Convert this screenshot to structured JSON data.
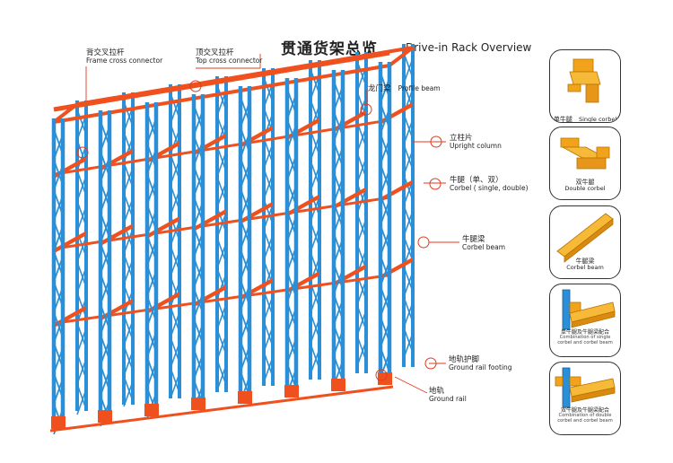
{
  "title": {
    "cn": "贯通货架总览",
    "en": "Drive-in Rack Overview"
  },
  "callouts": [
    {
      "id": "frame-cross-connector",
      "cn": "背交叉拉杆",
      "en": "Frame cross connector"
    },
    {
      "id": "top-cross-connector",
      "cn": "顶交叉拉杆",
      "en": "Top cross connector"
    },
    {
      "id": "profile-beam",
      "cn": "龙门梁",
      "en": "Profile beam"
    },
    {
      "id": "upright-column",
      "cn": "立柱片",
      "en": "Upright column"
    },
    {
      "id": "corbel",
      "cn": "牛腿（单、双）",
      "en": "Corbel ( single, double)"
    },
    {
      "id": "corbel-beam",
      "cn": "牛腿梁",
      "en": "Corbel beam"
    },
    {
      "id": "ground-rail-footing",
      "cn": "地轨护脚",
      "en": "Ground rail footing"
    },
    {
      "id": "ground-rail",
      "cn": "地轨",
      "en": "Ground rail"
    }
  ],
  "cards": [
    {
      "id": "single-corbel",
      "cn": "单牛腿",
      "en": "Single corbel"
    },
    {
      "id": "double-corbel",
      "cn": "双牛腿",
      "en": "Double corbel"
    },
    {
      "id": "corbel-beam",
      "cn": "牛腿梁",
      "en": "Corbel beam"
    },
    {
      "id": "single-combo",
      "cn": "单牛腿及牛腿梁配合",
      "en": "Combination of single corbel and corbel beam"
    },
    {
      "id": "double-combo",
      "cn": "双牛腿及牛腿梁配合",
      "en": "Combination of double corbel and corbel beam"
    }
  ],
  "colors": {
    "upright": "#2a8fd6",
    "beam": "#f0501e",
    "corbel": "#f2a31c",
    "leader": "#e03a1e"
  }
}
